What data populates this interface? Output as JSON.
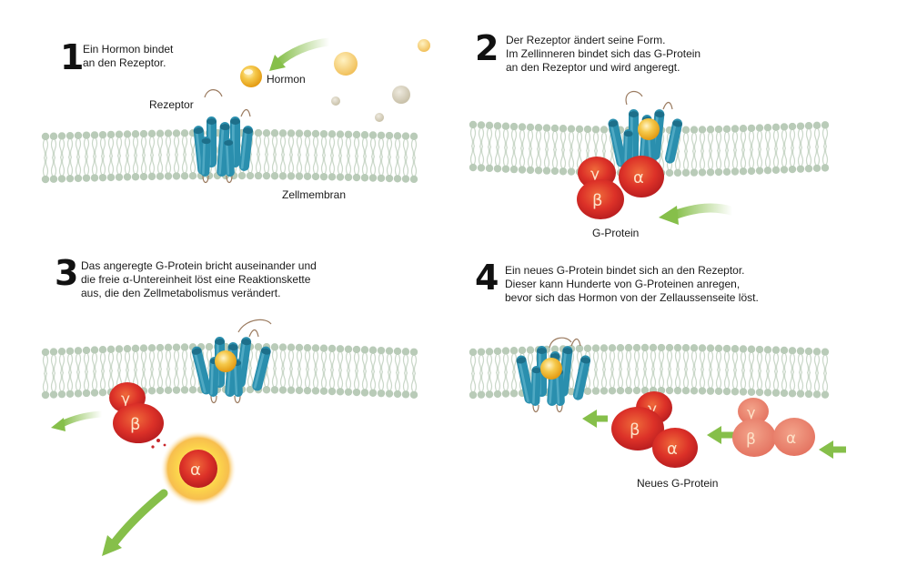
{
  "steps": [
    {
      "number": "1",
      "lines": [
        "Ein Hormon bindet",
        "an den Rezeptor."
      ]
    },
    {
      "number": "2",
      "lines": [
        "Der Rezeptor ändert seine Form.",
        "Im Zellinneren bindet sich das G-Protein",
        "an den Rezeptor und wird angeregt."
      ]
    },
    {
      "number": "3",
      "lines": [
        "Das angeregte G-Protein bricht auseinander und",
        "die freie α-Untereinheit löst eine Reaktionskette",
        "aus, die den Zellmetabolismus verändert."
      ]
    },
    {
      "number": "4",
      "lines": [
        "Ein neues G-Protein bindet sich an den Rezeptor.",
        "Dieser kann Hunderte von G-Proteinen anregen,",
        "bevor sich das Hormon von der Zellaussenseite löst."
      ]
    }
  ],
  "labels": {
    "hormone": "Hormon",
    "receptor": "Rezeptor",
    "membrane": "Zellmembran",
    "g_protein": "G-Protein",
    "new_g_protein": "Neues G-Protein"
  },
  "subunits": {
    "alpha": "α",
    "beta": "β",
    "gamma": "γ"
  },
  "colors": {
    "membrane_head": "#b9cbb8",
    "membrane_tail": "#c9d7c8",
    "receptor": "#2a8fae",
    "receptor_dark": "#1d6f8a",
    "hormone": "#f2b632",
    "subunit_red": "#d7262a",
    "subunit_light": "#e9826f",
    "arrow_green": "#8cc152"
  }
}
